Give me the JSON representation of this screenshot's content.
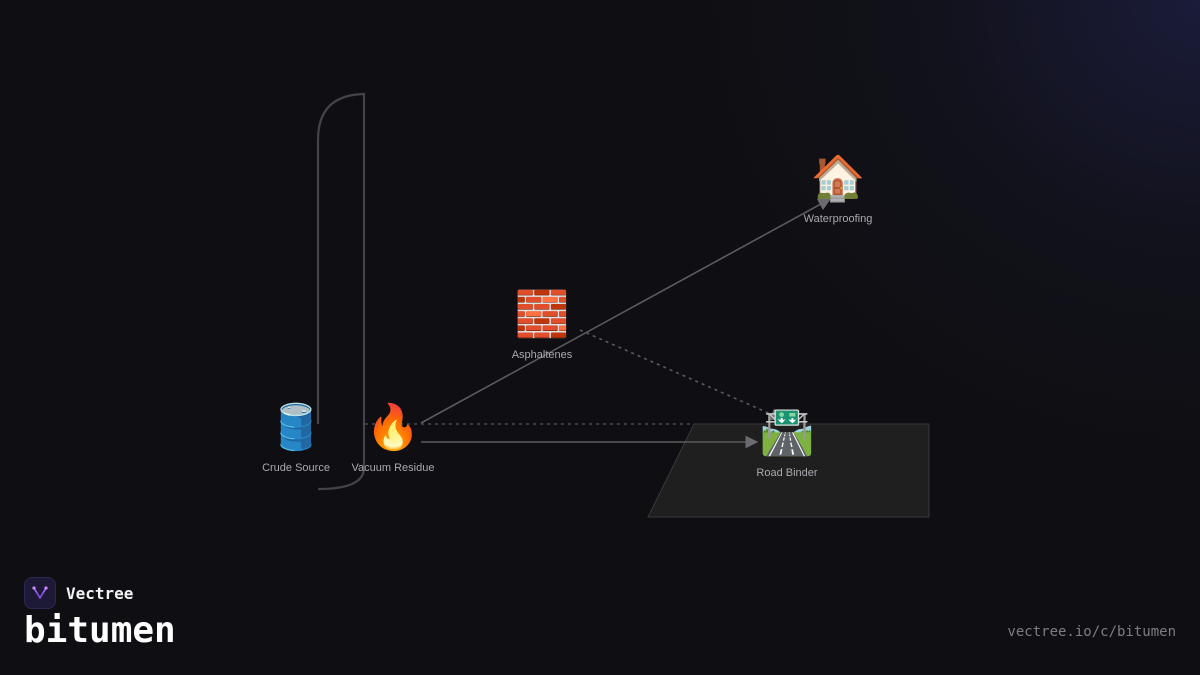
{
  "brand": {
    "name": "Vectree",
    "logo_icon": "vectree-logo-icon"
  },
  "title": "bitumen",
  "url": "vectree.io/c/bitumen",
  "colors": {
    "background": "#0f0f13",
    "line": "#5a5a5f",
    "label": "#a9a9ae",
    "accent": "#b266ff"
  },
  "nodes": {
    "crude_source": {
      "label": "Crude Source",
      "emoji": "🛢️",
      "icon": "oil-barrel-icon"
    },
    "vacuum_residue": {
      "label": "Vacuum Residue",
      "emoji": "🔥",
      "icon": "fire-icon"
    },
    "asphaltenes": {
      "label": "Asphaltenes",
      "emoji": "🧱",
      "icon": "brick-icon"
    },
    "waterproofing": {
      "label": "Waterproofing",
      "emoji": "🏠",
      "icon": "house-icon"
    },
    "road_binder": {
      "label": "Road Binder",
      "emoji": "🛣️",
      "icon": "motorway-icon"
    }
  }
}
